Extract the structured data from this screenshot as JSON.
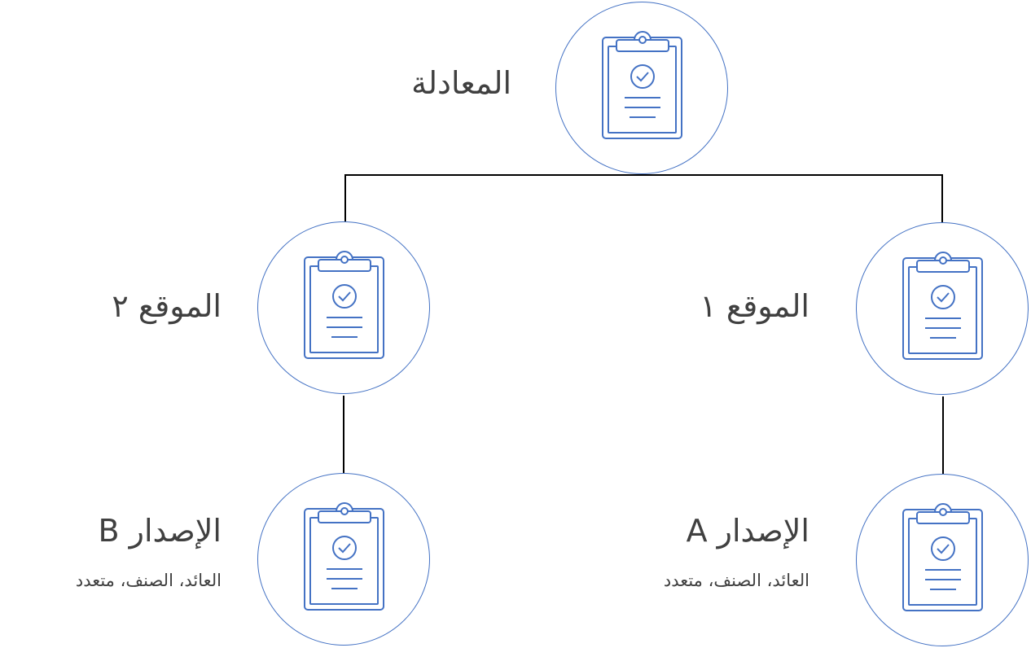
{
  "colors": {
    "accent": "#4472c4",
    "line": "#000000",
    "text": "#404040"
  },
  "nodes": {
    "root": {
      "title": "المعادلة",
      "icon": "clipboard-check-icon"
    },
    "site1": {
      "title": "الموقع ١",
      "icon": "clipboard-check-icon"
    },
    "site2": {
      "title": "الموقع ٢",
      "icon": "clipboard-check-icon"
    },
    "versionA": {
      "title": "الإصدار A",
      "subtitle": "العائد، الصنف، متعدد",
      "icon": "clipboard-check-icon"
    },
    "versionB": {
      "title": "الإصدار B",
      "subtitle": "العائد، الصنف، متعدد",
      "icon": "clipboard-check-icon"
    }
  },
  "edges": [
    {
      "from": "المعادلة",
      "to": "الموقع ١"
    },
    {
      "from": "المعادلة",
      "to": "الموقع ٢"
    },
    {
      "from": "الموقع ١",
      "to": "الإصدار A"
    },
    {
      "from": "الموقع ٢",
      "to": "الإصدار B"
    }
  ]
}
